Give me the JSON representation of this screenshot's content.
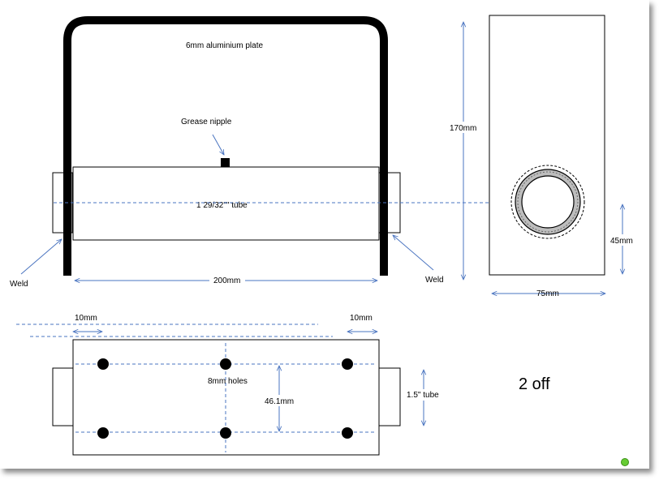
{
  "labels": {
    "plate": "6mm aluminium plate",
    "grease_nipple": "Grease nipple",
    "tube": "1 29/32\"\" tube",
    "weld_left": "Weld",
    "weld_right": "Weld",
    "width_200": "200mm",
    "height_170": "170mm",
    "height_45": "45mm",
    "width_75": "75mm",
    "left_10": "10mm",
    "right_10": "10mm",
    "holes": "8mm holes",
    "spacing": "46.1mm",
    "tube_15": "1.5\" tube",
    "quantity": "2 off"
  },
  "colors": {
    "dimension": "#4a74c0",
    "status_dot": "#66cc33"
  }
}
